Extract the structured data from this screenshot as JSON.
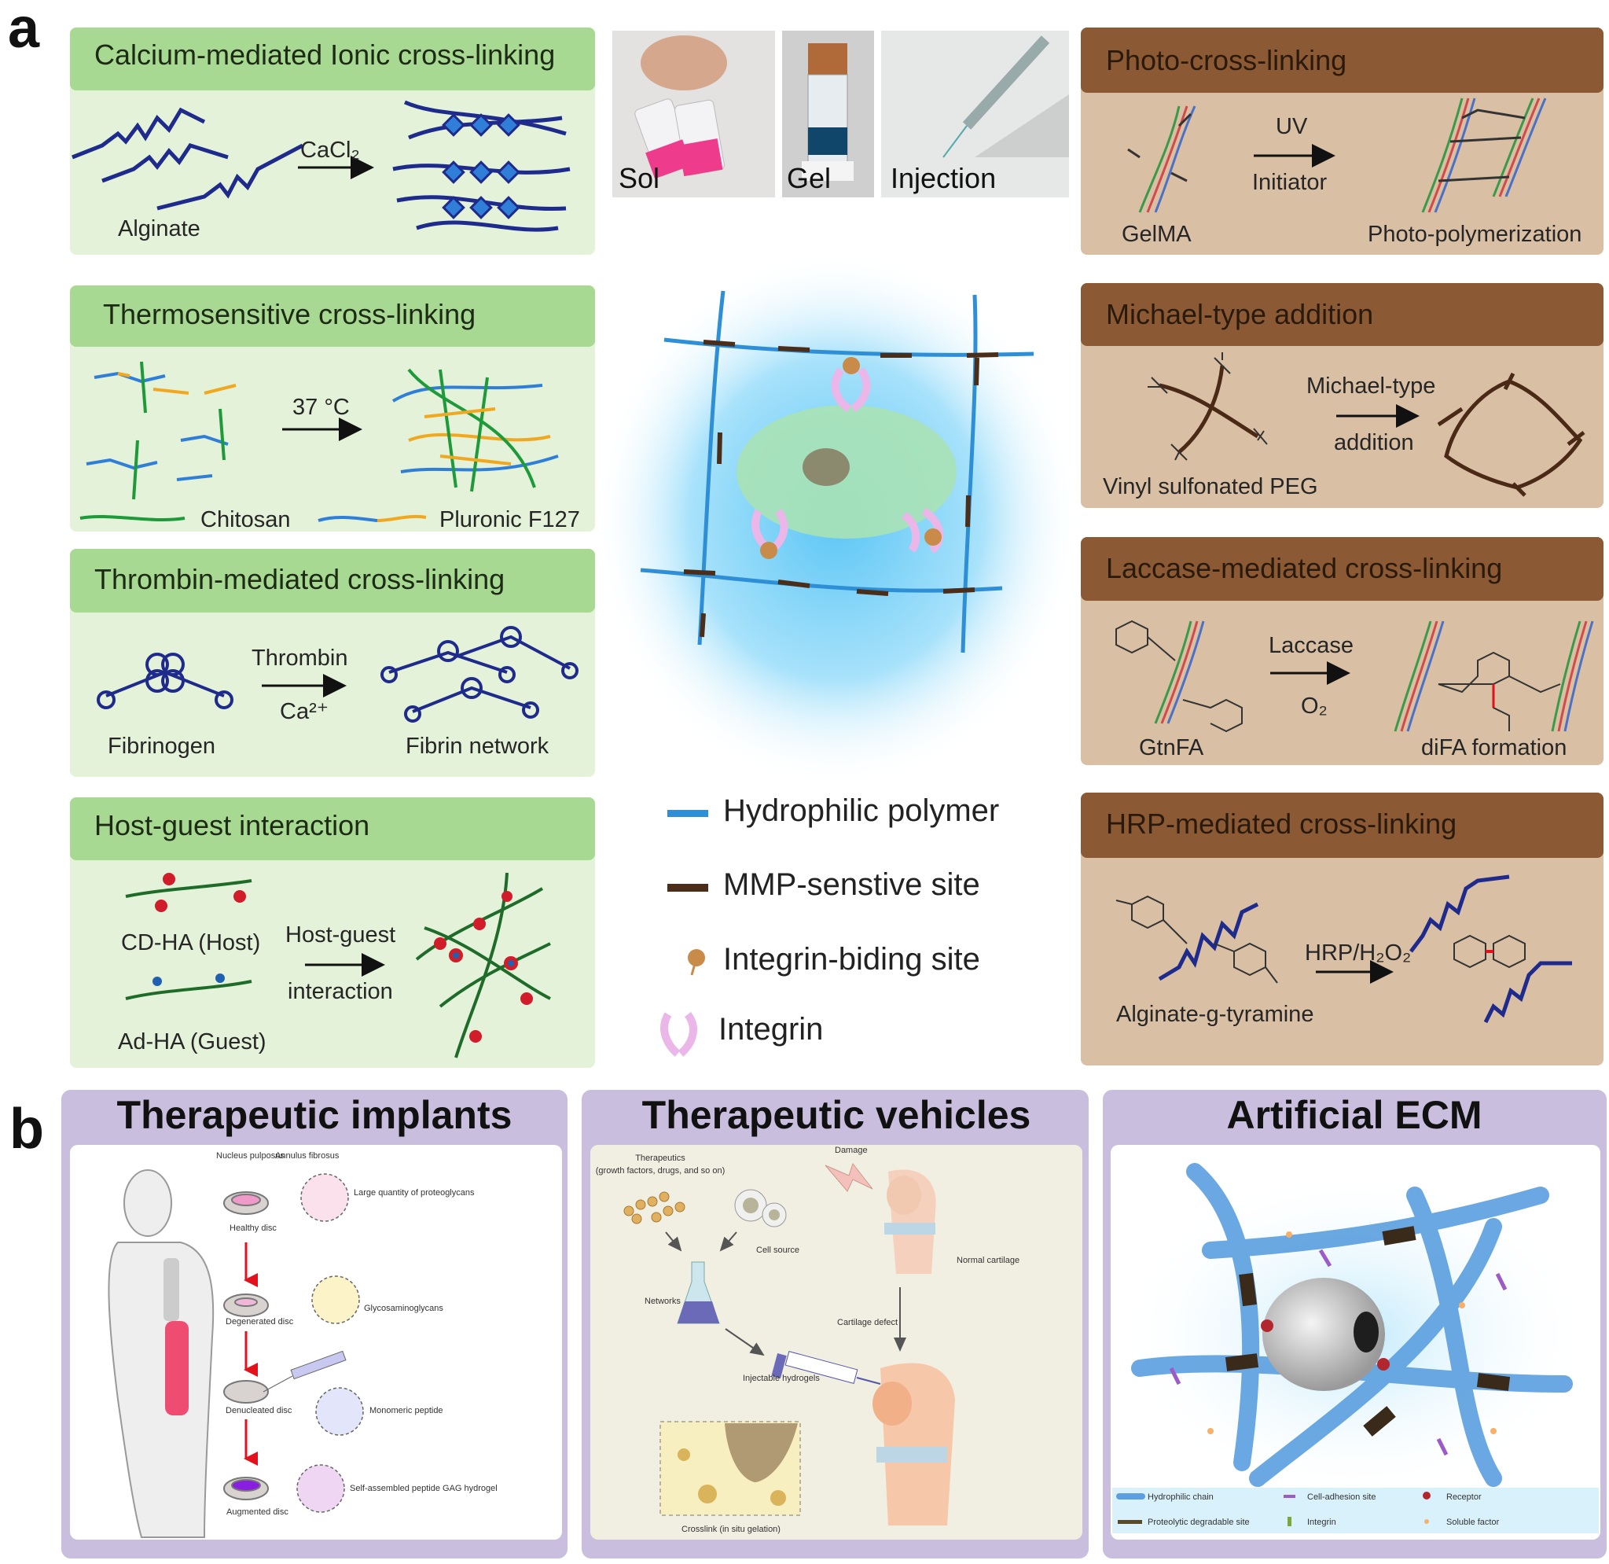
{
  "figure_labels": {
    "a": "a",
    "b": "b"
  },
  "colors": {
    "green_header": "#a7d993",
    "green_body": "#e3f2d8",
    "brown_header": "#8b5a34",
    "brown_body": "#d9bfa3",
    "purple_frame": "#c9bedd",
    "hydrophilic_blue": "#2f8fd6",
    "mmp_brown": "#4a2e1a"
  },
  "left_panels": [
    {
      "title": "Calcium-mediated Ionic cross-linking",
      "reagent": "CaCl₂",
      "left_label": "Alginate"
    },
    {
      "title": "Thermosensitive cross-linking",
      "reagent": "37 °C",
      "legend_1": "Chitosan",
      "legend_2": "Pluronic F127"
    },
    {
      "title": "Thrombin-mediated cross-linking",
      "reagent_top": "Thrombin",
      "reagent_bottom": "Ca²⁺",
      "left_label": "Fibrinogen",
      "right_label": "Fibrin network"
    },
    {
      "title": "Host-guest interaction",
      "host_label": "CD-HA (Host)",
      "guest_label": "Ad-HA (Guest)",
      "reagent_top": "Host-guest",
      "reagent_bottom": "interaction"
    }
  ],
  "right_panels": [
    {
      "title": "Photo-cross-linking",
      "reagent_top": "UV",
      "reagent_bottom": "Initiator",
      "left_label": "GelMA",
      "right_label": "Photo-polymerization"
    },
    {
      "title": "Michael-type addition",
      "reagent_top": "Michael-type",
      "reagent_bottom": "addition",
      "left_label": "Vinyl sulfonated PEG"
    },
    {
      "title": "Laccase-mediated cross-linking",
      "reagent_top": "Laccase",
      "reagent_bottom": "O₂",
      "left_label": "GtnFA",
      "right_label": "diFA formation"
    },
    {
      "title": "HRP-mediated cross-linking",
      "reagent": "HRP/H₂O₂",
      "left_label": "Alginate-g-tyramine"
    }
  ],
  "photos": [
    {
      "label": "Sol"
    },
    {
      "label": "Gel"
    },
    {
      "label": "Injection"
    }
  ],
  "center_legend": [
    {
      "label": "Hydrophilic polymer",
      "icon": "blue-bar"
    },
    {
      "label": "MMP-senstive site",
      "icon": "brown-bar"
    },
    {
      "label": "Integrin-biding site",
      "icon": "orange-ball"
    },
    {
      "label": "Integrin",
      "icon": "pink-integrin"
    }
  ],
  "part_b": [
    {
      "title": "Therapeutic implants",
      "labels": {
        "nucleus": "Nucleus pulposus",
        "annulus": "Annulus fibrosus",
        "healthy": "Healthy disc",
        "proteoglycans": "Large quantity of proteoglycans",
        "degenerated": "Degenerated disc",
        "gag": "Glycosaminoglycans",
        "denucleated": "Denucleated disc",
        "monomeric": "Monomeric peptide",
        "augmented": "Augmented disc",
        "hydrogel": "Self-assembled peptide GAG hydrogel"
      }
    },
    {
      "title": "Therapeutic vehicles",
      "labels": {
        "therapeutics": "Therapeutics",
        "therapeutics_sub": "(growth factors, drugs, and so on)",
        "damage": "Damage",
        "cell_source": "Cell source",
        "normal_cartilage": "Normal cartilage",
        "networks": "Networks",
        "cartilage_defect": "Cartilage defect",
        "injectable": "Injectable hydrogels",
        "crosslink": "Crosslink (in situ gelation)"
      }
    },
    {
      "title": "Artificial ECM",
      "legend": [
        {
          "label": "Hydrophilic chain"
        },
        {
          "label": "Cell-adhesion site"
        },
        {
          "label": "Receptor"
        },
        {
          "label": "Proteolytic degradable site"
        },
        {
          "label": "Integrin"
        },
        {
          "label": "Soluble factor"
        }
      ]
    }
  ]
}
